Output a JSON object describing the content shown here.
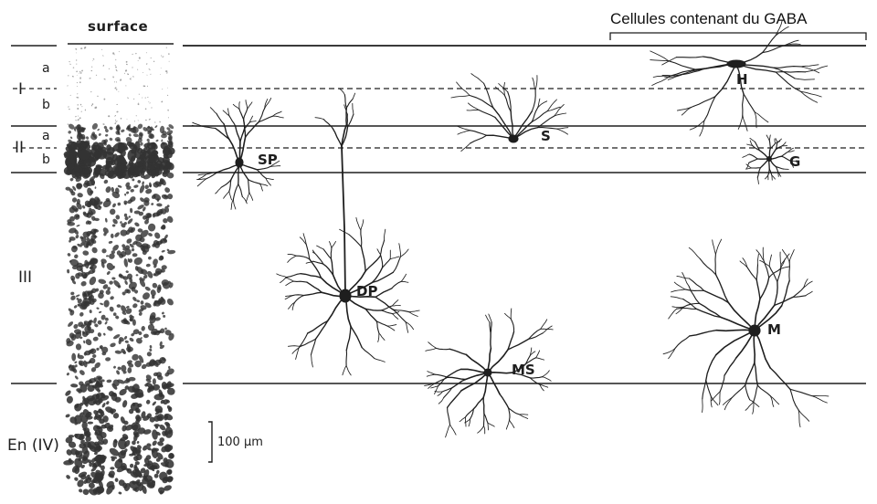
{
  "column_header": "surface",
  "group_label": "Cellules contenant du GABA",
  "layers": {
    "I": "I",
    "Ia": "a",
    "Ib": "b",
    "II": "II",
    "IIa": "a",
    "IIb": "b",
    "III": "III",
    "IV": "En (IV)"
  },
  "cells": {
    "SP": "SP",
    "DP": "DP",
    "S": "S",
    "H": "H",
    "G": "G",
    "MS": "MS",
    "M": "M"
  },
  "scale_bar": "100 μm"
}
